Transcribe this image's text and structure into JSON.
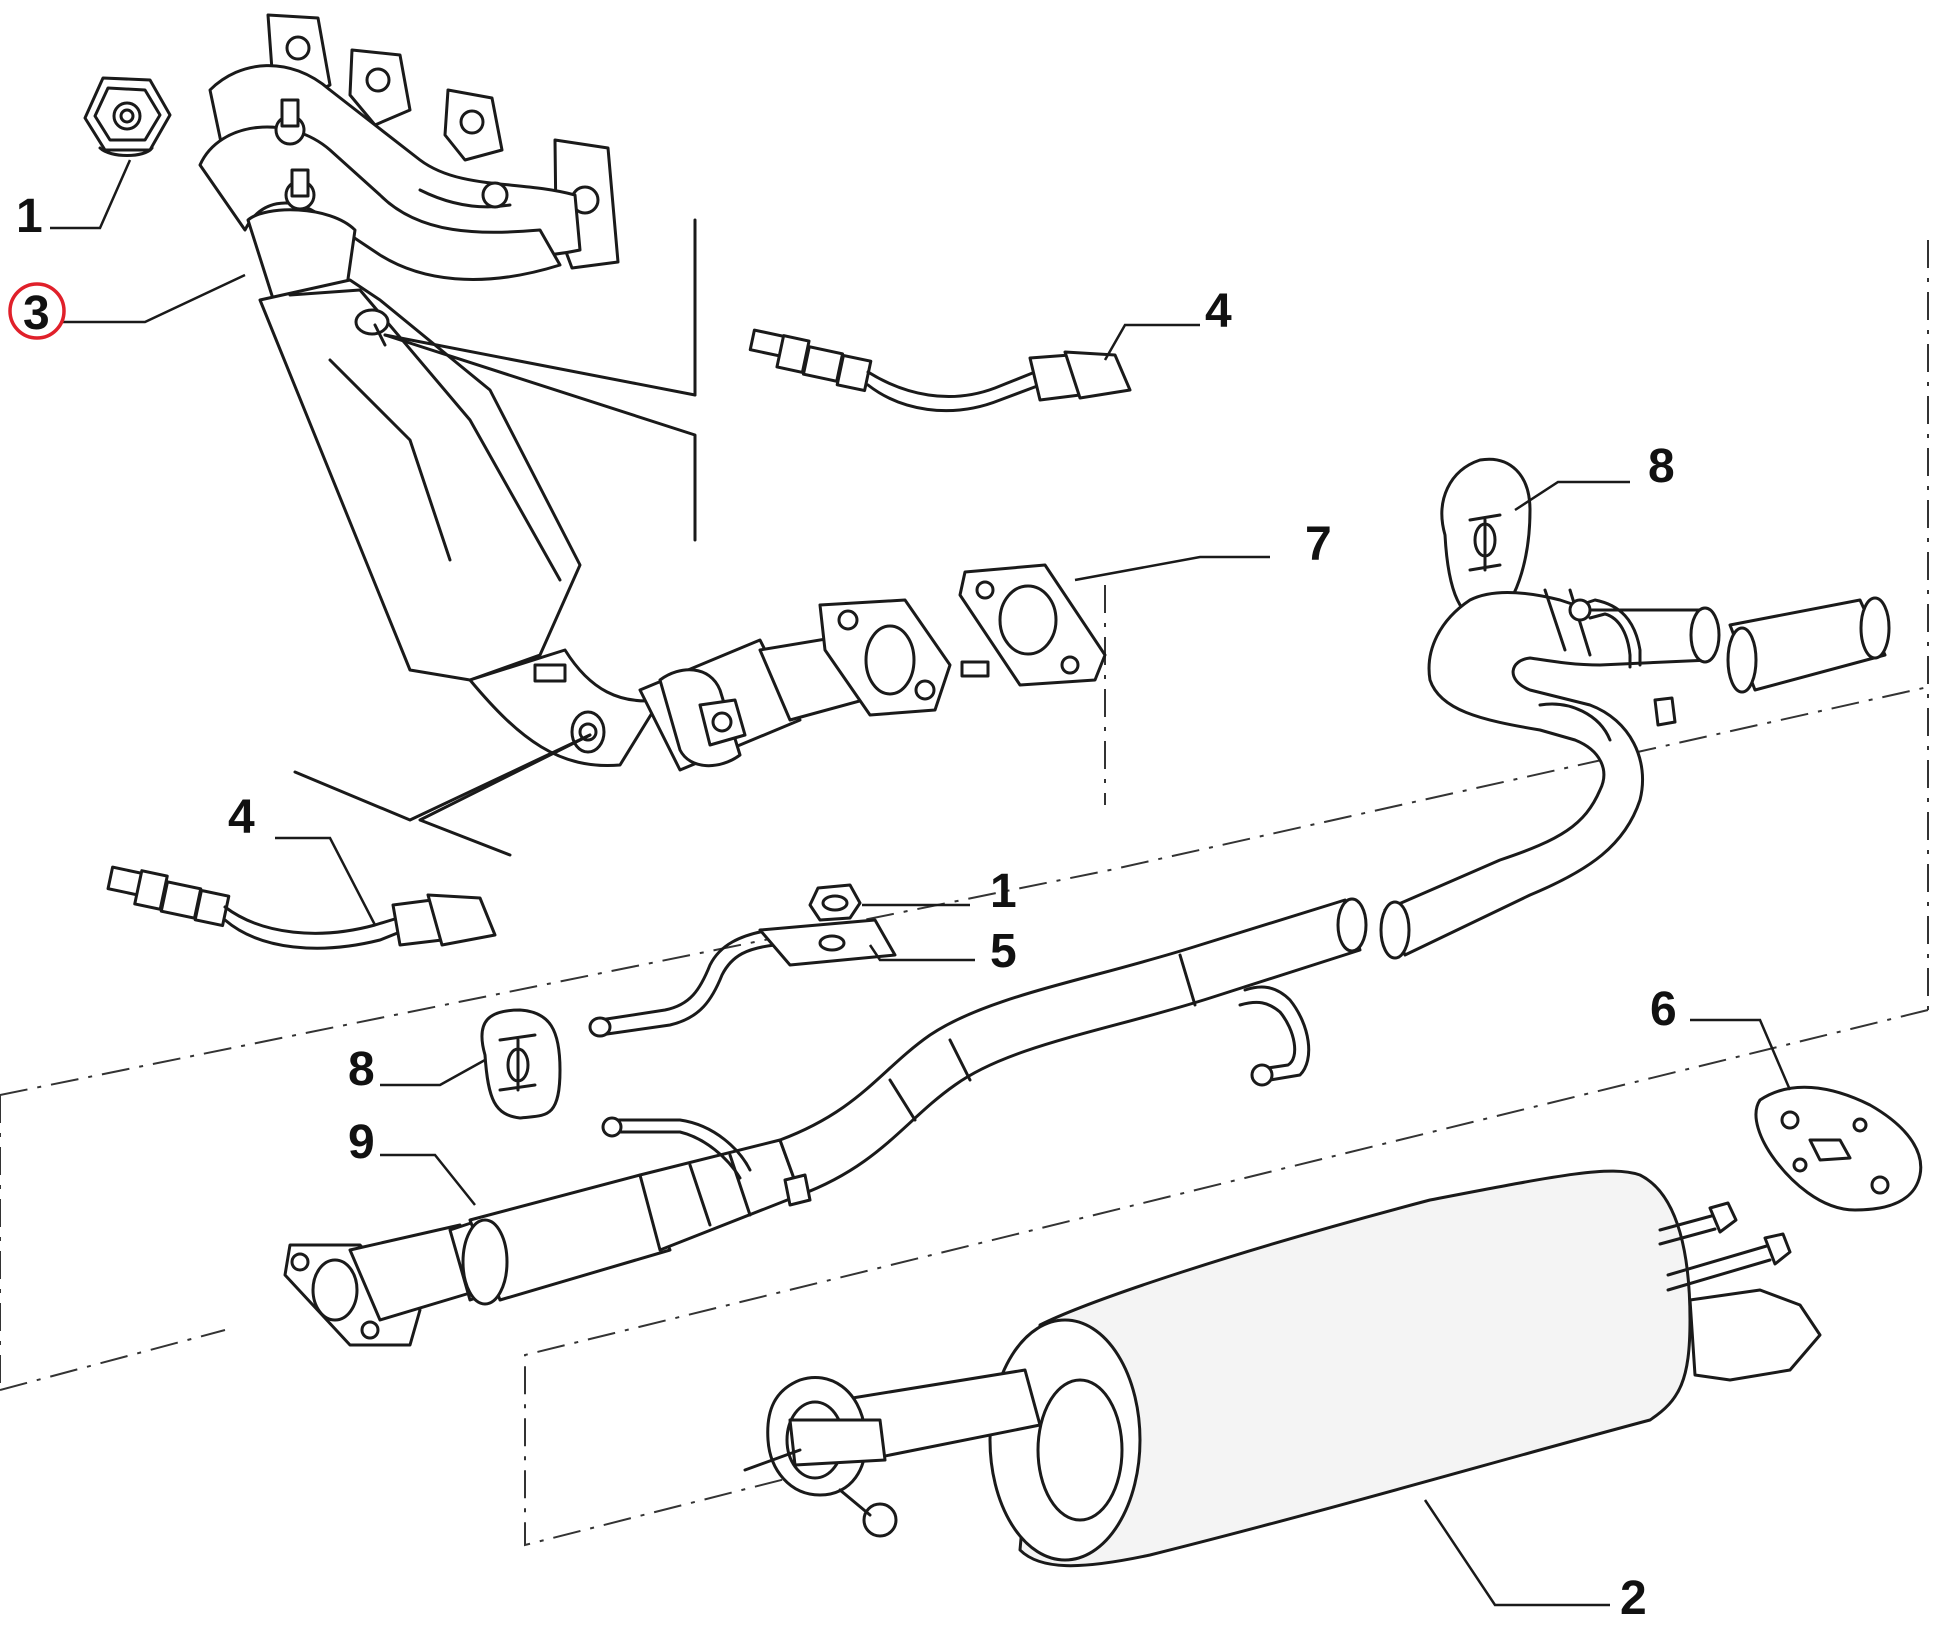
{
  "callouts": {
    "c1_top": "1",
    "c3": "3",
    "c4_top": "4",
    "c8_top": "8",
    "c7": "7",
    "c4_left": "4",
    "c1_mid": "1",
    "c5": "5",
    "c6": "6",
    "c8_left": "8",
    "c9": "9",
    "c2": "2"
  },
  "highlight": {
    "callout": "3",
    "ring_color": "#e0202a"
  },
  "colors": {
    "line": "#1a1a1a",
    "background": "#ffffff",
    "part_fill": "#f4f4f4"
  }
}
